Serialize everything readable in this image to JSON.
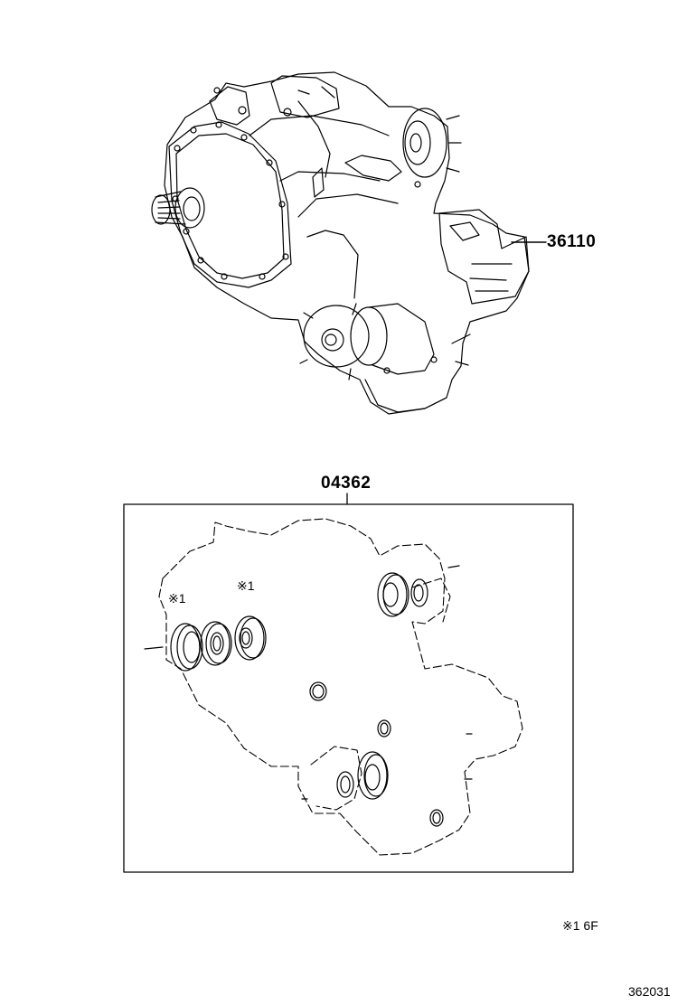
{
  "parts": {
    "transfer_assy": "36110",
    "seal_kit": "04362"
  },
  "markers": {
    "left_seal": "※1",
    "middle_seal": "※1"
  },
  "note": "※1 6F",
  "figure_number": "362031"
}
